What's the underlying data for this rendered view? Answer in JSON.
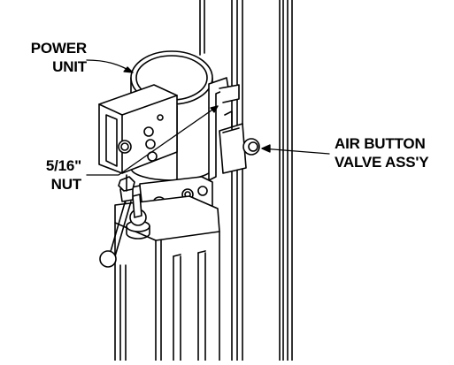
{
  "labels": {
    "power_unit": {
      "line1": "POWER",
      "line2": "UNIT"
    },
    "nut": {
      "line1": "5/16\"",
      "line2": "NUT"
    },
    "air_button": {
      "line1": "AIR BUTTON",
      "line2": "VALVE ASS'Y"
    }
  },
  "colors": {
    "line": "#000000",
    "background": "#ffffff"
  }
}
